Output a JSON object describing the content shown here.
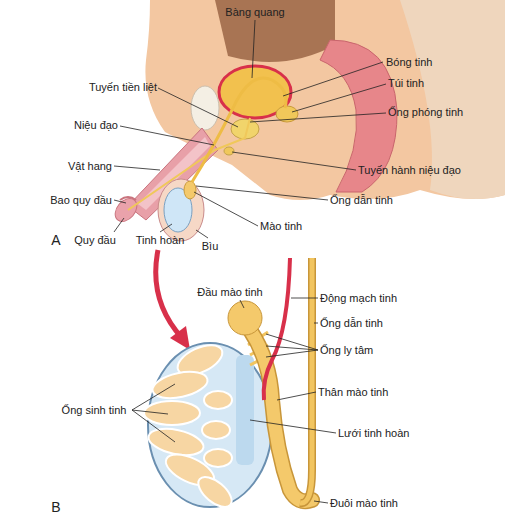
{
  "diagram": {
    "labels": [
      "Bàng quang",
      "Bóng tinh",
      "Tuyến tiền liệt",
      "Túi tinh",
      "Niệu đạo",
      "Ống phóng tinh",
      "Vật hang",
      "Tuyến hành niệu đạo",
      "Bao quy đầu",
      "Ống dẫn tinh",
      "A",
      "Quy đầu",
      "Tinh hoàn",
      "Bìu",
      "Mào tinh",
      "Đầu mào tinh",
      "Động mạch tinh",
      "Ống dẫn tinh",
      "Ống ly tâm",
      "Ống sinh tinh",
      "Thân mào tinh",
      "Lưới tinh hoàn",
      "B",
      "Đuôi mào tinh"
    ]
  }
}
